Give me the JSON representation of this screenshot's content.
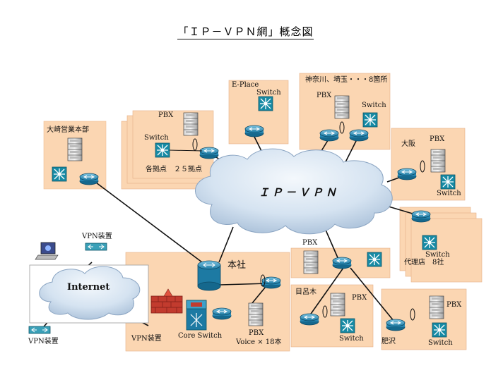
{
  "title": "「ＩＰ－ＶＰＮ網」概念図",
  "clouds": {
    "ipvpn": "ＩＰ－ＶＰＮ",
    "internet": "Internet"
  },
  "sites": {
    "osaki": {
      "name": "大崎営業本部"
    },
    "branches": {
      "pbx": "PBX",
      "switch": "Switch",
      "note": "各拠点　２５拠点"
    },
    "eplace": {
      "name": "E-Place",
      "switch": "Switch"
    },
    "kanagawa": {
      "name": "神奈川、埼玉・・・8箇所",
      "pbx": "PBX",
      "switch": "Switch"
    },
    "osaka": {
      "name": "大阪",
      "pbx": "PBX",
      "switch": "Switch"
    },
    "agents": {
      "switch": "Switch",
      "name": "代理店　8社"
    },
    "honsha": {
      "name": "本社",
      "core": "Core Switch",
      "pbx": "PBX",
      "voice": "Voice × 18本",
      "vpn": "VPN装置"
    },
    "center": {
      "pbx": "PBX"
    },
    "meguro": {
      "name": "目呂木",
      "pbx": "PBX",
      "switch": "Switch"
    },
    "kitazawa": {
      "name": "肥沢",
      "pbx": "PBX",
      "switch": "Switch"
    },
    "remote": {
      "vpn_top": "VPN装置",
      "vpn_bottom": "VPN装置"
    }
  },
  "colors": {
    "site_fill": "#fbd6b2",
    "router_fill": "#3fa0c8",
    "switch_fill": "#1a8aa6",
    "cloud_fill": "#c7dcf0"
  }
}
